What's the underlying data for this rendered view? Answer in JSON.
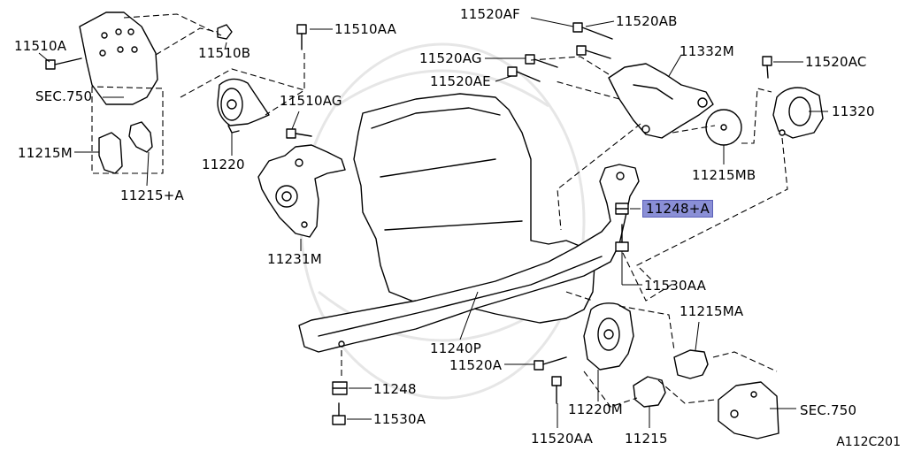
{
  "labels": {
    "p11510A": "11510A",
    "sec750_top": "SEC.750",
    "p11510B": "11510B",
    "p11510AA": "11510AA",
    "p11215M": "11215M",
    "p11215A": "11215+A",
    "p11220": "11220",
    "p11510AG": "11510AG",
    "p11231M": "11231M",
    "p11520AF": "11520AF",
    "p11520AB": "11520AB",
    "p11520AG": "11520AG",
    "p11520AE": "11520AE",
    "p11332M": "11332M",
    "p11520AC": "11520AC",
    "p11320": "11320",
    "p11215MB": "11215MB",
    "p11248A": "11248+A",
    "p11530AA": "11530AA",
    "p11240P": "11240P",
    "p11215MA": "11215MA",
    "p11520A": "11520A",
    "p11248": "11248",
    "p11530A": "11530A",
    "p11220M": "11220M",
    "p11520AA": "11520AA",
    "p11215": "11215",
    "sec750_bottom": "SEC.750",
    "diagram_code": "A112C201"
  },
  "colors": {
    "highlight": "#8a8fd6",
    "line": "#000000",
    "watermark": "#e4e4e4"
  }
}
